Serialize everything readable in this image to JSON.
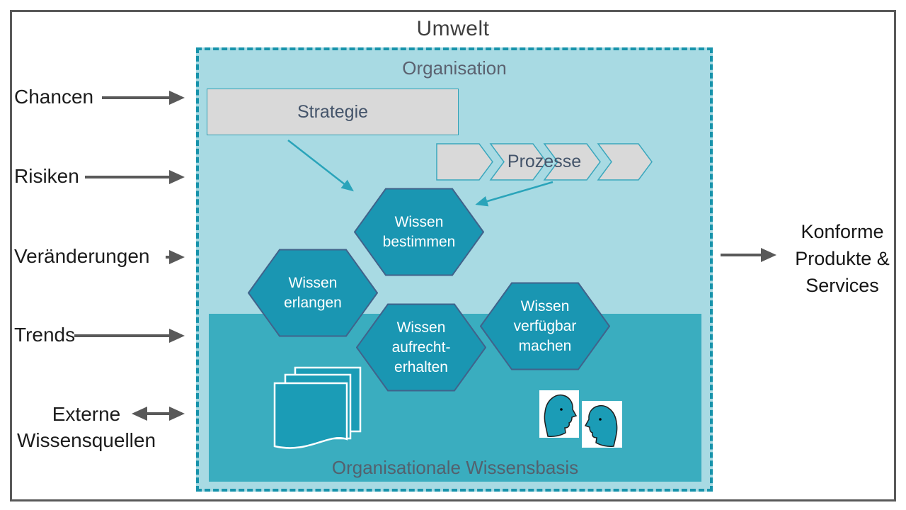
{
  "diagram": {
    "title": "Umwelt",
    "organisation": {
      "label": "Organisation",
      "strategie": "Strategie",
      "prozesse": "Prozesse",
      "hexagons": {
        "bestimmen": {
          "line1": "Wissen",
          "line2": "bestimmen"
        },
        "erlangen": {
          "line1": "Wissen",
          "line2": "erlangen"
        },
        "aufrecht": {
          "line1": "Wissen",
          "line2": "aufrecht-",
          "line3": "erhalten"
        },
        "verfuegbar": {
          "line1": "Wissen",
          "line2": "verfügbar",
          "line3": "machen"
        }
      },
      "knowledge_base_label": "Organisationale Wissensbasis",
      "icons": {
        "knowledge_documents": "documents-icon",
        "knowledge_exchange": "talking-heads-icon"
      }
    },
    "left_inputs": {
      "chancen": "Chancen",
      "risiken": "Risiken",
      "veraenderungen": "Veränderungen",
      "trends": "Trends"
    },
    "external_source": {
      "line1": "Externe",
      "line2": "Wissensquellen"
    },
    "output": {
      "line1": "Konforme",
      "line2": "Produkte &",
      "line3": "Services"
    },
    "colors": {
      "outer_border": "#595959",
      "org_border": "#1793ab",
      "org_fill": "#a8dae3",
      "dark_panel": "#3aadbf",
      "hex_fill": "#1a96b2",
      "hex_border": "#40638b",
      "gray_box": "#d9d9d9",
      "navy_text": "#44546a",
      "arrow_gray": "#595959",
      "arrow_teal": "#2aa4ba",
      "icon_teal": "#1b9cb6"
    }
  }
}
